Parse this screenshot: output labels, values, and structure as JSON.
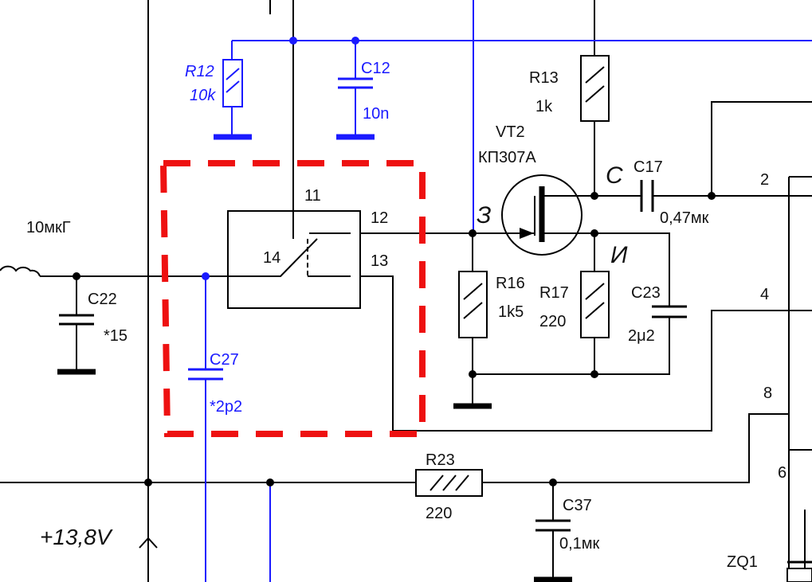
{
  "components": {
    "r12": {
      "ref": "R12",
      "value": "10k"
    },
    "c12": {
      "ref": "C12",
      "value": "10n"
    },
    "r13": {
      "ref": "R13",
      "value": "1k"
    },
    "vt2": {
      "ref": "VT2",
      "value": "КП307А"
    },
    "c17": {
      "ref": "C17",
      "value": "0,47мк"
    },
    "l_coil": {
      "value": "10мкГ"
    },
    "c22": {
      "ref": "C22",
      "value": "*15"
    },
    "c27": {
      "ref": "C27",
      "value": "*2p2"
    },
    "r16": {
      "ref": "R16",
      "value": "1k5"
    },
    "r17": {
      "ref": "R17",
      "value": "220"
    },
    "c23": {
      "ref": "C23",
      "value": "2μ2"
    },
    "r23": {
      "ref": "R23",
      "value": "220"
    },
    "c37": {
      "ref": "C37",
      "value": "0,1мк"
    },
    "zq1": {
      "ref": "ZQ1"
    }
  },
  "switch_pins": {
    "p11": "11",
    "p12": "12",
    "p13": "13",
    "p14": "14"
  },
  "transistor_pins": {
    "gate": "З",
    "drain": "С",
    "source": "И"
  },
  "connector_pins": {
    "p2": "2",
    "p4": "4",
    "p8": "8",
    "p6": "6"
  },
  "supply": {
    "label": "+13,8V"
  },
  "colors": {
    "wire": "#000000",
    "blue_wire": "#1a1aff",
    "highlight": "#ee1111"
  }
}
